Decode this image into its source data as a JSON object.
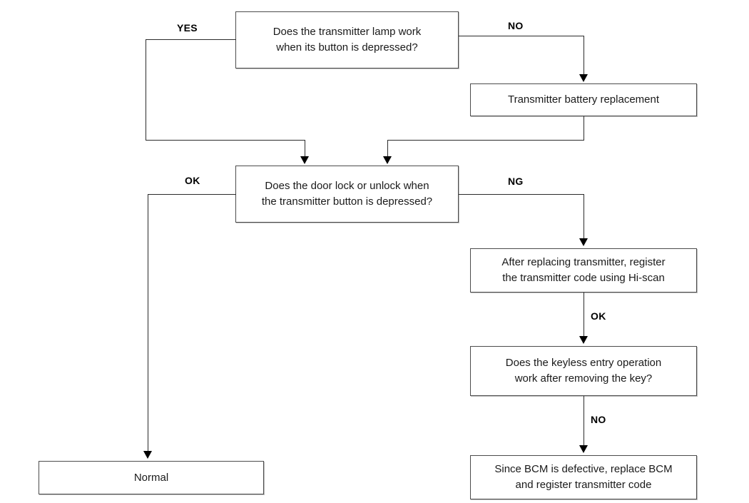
{
  "diagram": {
    "title": "Keyless entry transmitter troubleshooting flowchart",
    "type": "flowchart",
    "background_color": "#ffffff",
    "box_border_color": "#4c4c4c",
    "line_color": "#2b2b2b"
  },
  "nodes": {
    "q_lamp": {
      "line1": "Does the transmitter lamp work",
      "line2": "when its button is depressed?"
    },
    "battery": {
      "line1": "Transmitter battery replacement",
      "line2": ""
    },
    "q_doorlock": {
      "line1": "Does the door lock or unlock when",
      "line2": "the transmitter button is depressed?"
    },
    "hiscan": {
      "line1": "After replacing transmitter, register",
      "line2": "the transmitter code using Hi-scan"
    },
    "q_keyless": {
      "line1": "Does the keyless entry operation",
      "line2": "work after removing the key?"
    },
    "bcm": {
      "line1": "Since BCM is defective, replace BCM",
      "line2": "and register transmitter code"
    },
    "normal": {
      "line1": "Normal",
      "line2": ""
    }
  },
  "edge_labels": {
    "lamp_yes": "YES",
    "lamp_no": "NO",
    "doorlock_ok": "OK",
    "doorlock_ng": "NG",
    "hiscan_ok": "OK",
    "keyless_no": "NO"
  }
}
